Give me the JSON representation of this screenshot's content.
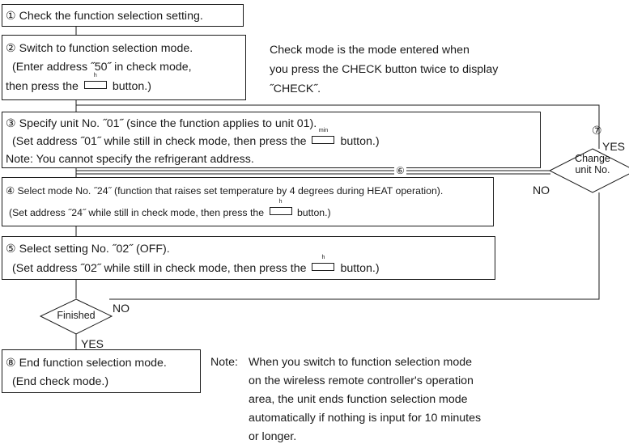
{
  "steps": {
    "s1": "① Check the function selection setting.",
    "s2": {
      "line1": "② Switch to function selection mode.",
      "line2": "(Enter address ˝50˝ in check mode,",
      "line3a": "then press the",
      "btn": "h",
      "line3b": "button.)"
    },
    "s3": {
      "line1": "③ Specify unit No. ˝01˝ (since the function applies to unit 01).",
      "line2a": "(Set address ˝01˝ while still in check mode, then press the",
      "btn": "min",
      "line2b": "button.)",
      "line3": "Note: You cannot specify the refrigerant address."
    },
    "s4": {
      "line1": "④ Select mode No. ˝24˝ (function that raises set temperature by 4 degrees during HEAT operation).",
      "line2a": "(Set address ˝24˝ while still in check mode, then press the",
      "btn": "h",
      "line2b": "button.)"
    },
    "s5": {
      "line1": "⑤ Select setting No. ˝02˝ (OFF).",
      "line2a": "(Set address ˝02˝ while still in check mode, then press the",
      "btn": "h",
      "line2b": "button.)"
    },
    "s8": {
      "line1": "⑧ End function selection mode.",
      "line2": "(End check mode.)"
    }
  },
  "check_mode_note": {
    "line1": "Check mode is the mode entered when",
    "line2": "you press the CHECK button twice to display",
    "line3": "˝CHECK˝."
  },
  "decisions": {
    "change_unit": {
      "line1": "Change",
      "line2": "unit No."
    },
    "finished": "Finished"
  },
  "labels": {
    "yes_change": "YES",
    "no_change": "NO",
    "no_finished": "NO",
    "yes_finished": "YES",
    "loop6": "⑥",
    "loop7": "⑦"
  },
  "end_note": {
    "prefix": "Note:",
    "line1": "When you switch to function selection mode",
    "line2": "on the wireless remote controller's operation",
    "line3": "area, the unit ends function selection mode",
    "line4": "automatically if nothing is input for 10 minutes",
    "line5": "or longer."
  }
}
